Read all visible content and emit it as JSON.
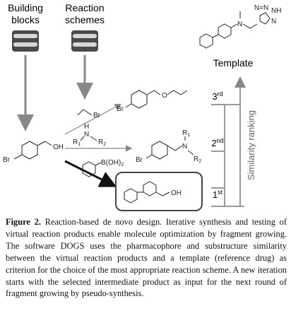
{
  "figure": {
    "sources": [
      "Building\nblocks",
      "Reaction\nschemes"
    ],
    "template_label": "Template",
    "ranking_label": "Similarity ranking",
    "ranks": [
      "3",
      "2",
      "1"
    ],
    "rank_suffix": [
      "rd",
      "nd",
      "st"
    ],
    "molecule_labels": {
      "br": "Br",
      "oh": "OH",
      "o": "O",
      "n": "N",
      "h": "H",
      "r1": "R",
      "r2": "R",
      "sub1": "1",
      "sub2": "2",
      "boronic": "B(OH)",
      "nh": "NH",
      "ring_n": "N"
    },
    "colors": {
      "arrow": "#888888",
      "step_line": "#9a9a9a",
      "db_dark": "#4a4a4a",
      "db_light": "#d8d8d8"
    }
  },
  "caption": {
    "label": "Figure 2.",
    "text": " Reaction-based de novo design. Iterative synthesis and testing of virtual reaction products enable molecule optimization by fragment growing. The software DOGS uses the pharmacophore and substructure similarity between the virtual reaction products and a template (reference drug) as criterion for the choice of the most appropriate reaction scheme. A new iteration starts with the selected intermediate product as input for the next round of fragment growing by pseudo-synthesis."
  }
}
